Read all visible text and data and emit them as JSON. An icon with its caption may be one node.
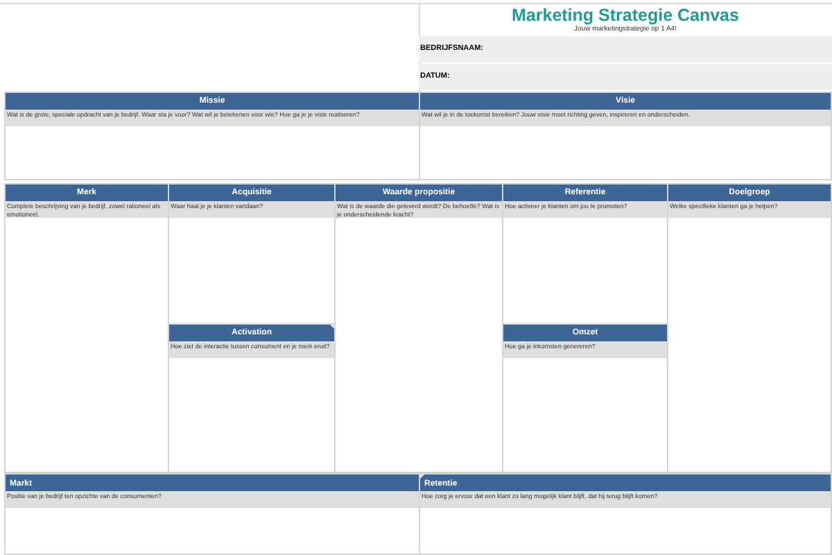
{
  "diagram": {
    "title": "Marketing Strategie Canvas",
    "labels": [
      "Jouw marketingstrategie op 1 A4!"
    ],
    "nodes": [
      {
        "text": [
          "BEDRIJFSNAAM:"
        ]
      },
      {
        "text": [
          "DATUM:"
        ]
      },
      {
        "text": [
          "Missie",
          "Wat is de grote, speciale opdracht van je bedrijf. Waar sta je voor? Wat wil je betekenen voor wie? Hoe ga je je visie realiseren?"
        ]
      },
      {
        "text": [
          "Visie",
          "Wat wil je in de toekomst bereiken? Jouw visie moet richting geven, inspireren en onderscheiden."
        ]
      },
      {
        "text": [
          "Merk",
          "Complete beschrijving van je bedrijf, zowel rationeel als emotioneel."
        ]
      },
      {
        "text": [
          "Acquisitie",
          "Waar haal je je klanten vandaan?"
        ]
      },
      {
        "text": [
          "Waarde propositie",
          "Wat is de waarde die geleverd wordt? De behoefte? Wat is je onderscheidende kracht?"
        ]
      },
      {
        "text": [
          "Referentie",
          "Hoe activeer je klanten om jou te promoten?"
        ]
      },
      {
        "text": [
          "Doelgroep",
          "Welke specifieke klanten ga je helpen?"
        ]
      },
      {
        "text": [
          "Activation",
          "Hoe ziet de interactie tussen consument en je merk eruit?"
        ]
      },
      {
        "text": [
          "Omzet",
          "Hoe ga je inkomsten genereren?"
        ]
      },
      {
        "text": [
          "Markt",
          "Positie van je bedrijf ten opzichte van de consumenten?"
        ]
      },
      {
        "text": [
          "Retentie",
          "Hoe zorg je ervoor dat een klant zo lang mogelijk klant blijft, dat hij terug blijft komen?"
        ]
      }
    ]
  }
}
